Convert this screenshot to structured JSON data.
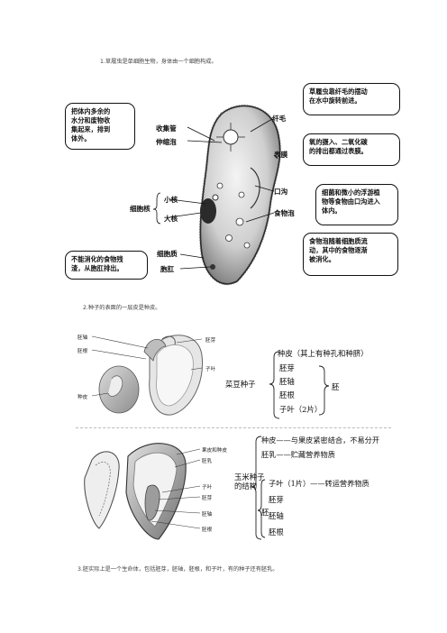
{
  "captions": {
    "c1": "1.草履虫是单细胞生物，身体由一个细胞构成。",
    "c2": "2.种子的表面的一层皮是种皮。",
    "c3": "3.胚实际上是一个生命体，包括胚芽，胚轴，胚根，和子叶，有的种子还有胚乳。"
  },
  "paramecium": {
    "labels": {
      "shousuo": "收集管",
      "shensuo": "伸缩泡",
      "xiaohe": "小核",
      "xibaohe": "细胞核",
      "dahe": "大核",
      "xibaozhi": "细胞质",
      "baogang": "胞肛",
      "xianmao": "纤毛",
      "biaomo": "表膜",
      "kougou": "口沟",
      "shiwupao": "食物泡"
    },
    "bubbles": {
      "left_top": "把体内多余的\n水分和废物收\n集起来，排到\n体外。",
      "left_bottom": "不能消化的食物残\n渣，从胞肛排出。",
      "right_1": "草履虫靠纤毛的摆动\n在水中旋转前进。",
      "right_2": "氧的摄入、二氧化碳\n的排出都通过表膜。",
      "right_3": "细菌和微小的浮游植\n物等食物由口沟进入\n体内。",
      "right_4": "食物泡随着细胞质流\n动，其中的食物逐渐\n被消化。"
    }
  },
  "bean": {
    "labels": {
      "peizhou": "胚轴",
      "peigen": "胚根",
      "zhongpi": "种皮",
      "peiya": "胚芽",
      "ziye": "子叶"
    },
    "tree": {
      "root": "菜豆种子",
      "seed_coat": "种皮（其上有种孔和种脐）",
      "items": [
        "胚芽",
        "胚轴",
        "胚根",
        "子叶（2片）"
      ],
      "group": "胚"
    }
  },
  "corn": {
    "labels": {
      "guopi": "果皮和种皮",
      "peiru": "胚乳",
      "ziye": "子叶",
      "peiya": "胚芽",
      "peizhou": "胚轴",
      "peigen": "胚根"
    },
    "tree": {
      "root": "玉米种子\n的结构",
      "line1": "种皮——与果皮紧密结合，不易分开",
      "line2": "胚乳——贮藏营养物质",
      "ziye": "子叶（1片）——转运营养物质",
      "items": [
        "胚芽",
        "胚轴",
        "胚根"
      ],
      "group": "胚"
    }
  }
}
